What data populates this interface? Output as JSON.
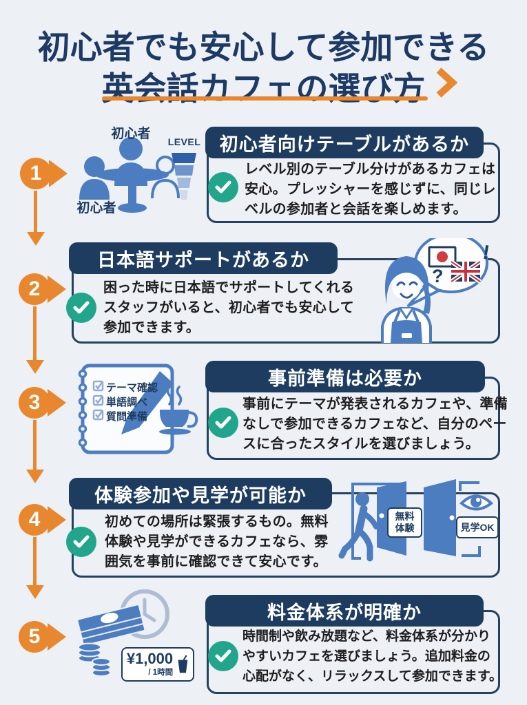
{
  "title": {
    "line1": "初心者でも安心して参加できる",
    "line2": "英会話カフェの選び方"
  },
  "colors": {
    "background": "#edf0f5",
    "navy": "#1e3c60",
    "orange": "#e8872e",
    "green": "#21a68c",
    "blue": "#4c7dc0",
    "blue_light": "#9fb6de",
    "red_flag": "#d23b3f",
    "body_text": "#1d1d1f"
  },
  "sections": [
    {
      "number": "1",
      "header": "初心者向けテーブルがあるか",
      "body_lines": [
        "レベル別のテーブル分けがあるカフェは",
        "安心。プレッシャーを感じずに、同じレ",
        "ベルの参加者と会話を楽しめます。"
      ],
      "labels": {
        "beginner_top": "初心者",
        "beginner_side": "初心者",
        "level": "LEVEL"
      }
    },
    {
      "number": "2",
      "header": "日本語サポートがあるか",
      "body_lines": [
        "困った時に日本語でサポートしてくれる",
        "スタッフがいると、初心者でも安心して",
        "参加できます。"
      ],
      "labels": {
        "question": "?",
        "exclaim": "!"
      }
    },
    {
      "number": "3",
      "header": "事前準備は必要か",
      "body_lines": [
        "事前にテーマが発表されるカフェや、準備",
        "なしで参加できるカフェなど、自分のペー",
        "スに合ったスタイルを選びましょう。"
      ],
      "labels": {
        "checklist": [
          "テーマ確認",
          "単語調べ",
          "質問準備"
        ]
      }
    },
    {
      "number": "4",
      "header": "体験参加や見学が可能か",
      "body_lines": [
        "初めての場所は緊張するもの。無料",
        "体験や見学ができるカフェなら、雰",
        "囲気を事前に確認できて安心です。"
      ],
      "labels": {
        "door1_line1": "無料",
        "door1_line2": "体験",
        "door2": "見学OK"
      }
    },
    {
      "number": "5",
      "header": "料金体系が明確か",
      "body_lines": [
        "時間制や飲み放題など、料金体系が分かり",
        "やすいカフェを選びましょう。追加料金の",
        "心配がなく、リラックスして参加できます。"
      ],
      "labels": {
        "price": "¥1,000",
        "price_unit": "/ 1時間"
      }
    }
  ]
}
